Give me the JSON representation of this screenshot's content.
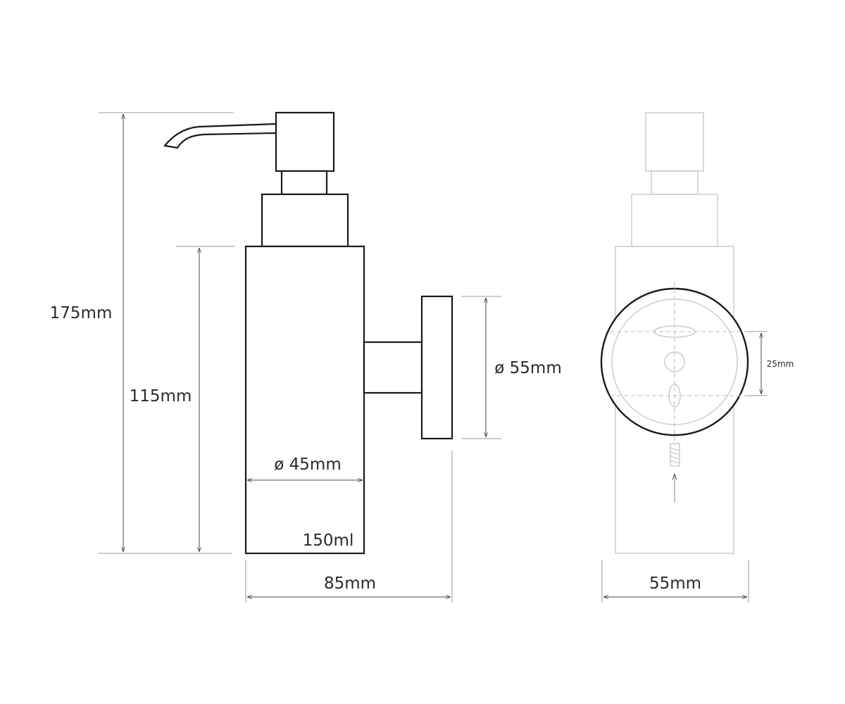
{
  "dimensions": {
    "total_height": "175mm",
    "body_height": "115mm",
    "plate_diameter": "ø 55mm",
    "body_diameter": "ø 45mm",
    "capacity": "150ml",
    "total_depth": "85mm",
    "front_width": "55mm",
    "hole_spacing": "25mm"
  },
  "colors": {
    "line": "#1a1a1a",
    "ghost_line": "#c9c9c9",
    "dimension_line": "#4a4a4a",
    "text": "#2a2a2a"
  }
}
